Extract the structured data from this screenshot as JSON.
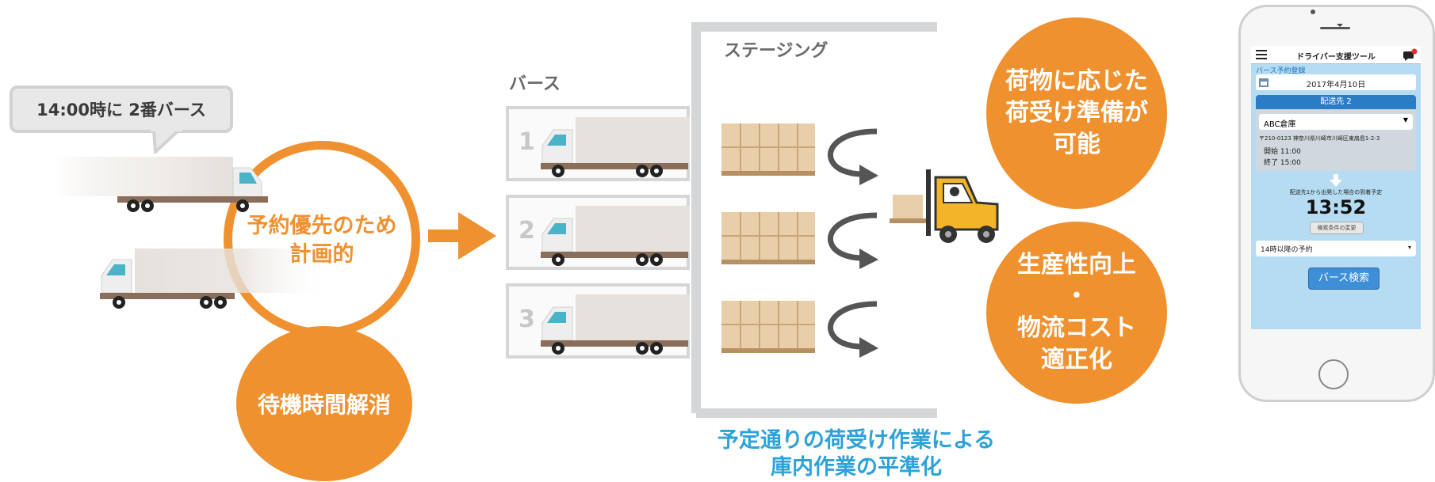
{
  "speech_bubble": {
    "text": "14:00時に 2番バース"
  },
  "planned_circle": {
    "line1": "予約優先のため",
    "line2": "計画的"
  },
  "wait_circle": {
    "text": "待機時間解消"
  },
  "bays": {
    "label": "バース",
    "numbers": [
      "1",
      "2",
      "3"
    ]
  },
  "staging": {
    "label": "ステージング"
  },
  "caption": {
    "line1": "予定通りの荷受け作業による",
    "line2": "庫内作業の平準化"
  },
  "benefit_top": {
    "line1": "荷物に応じた",
    "line2": "荷受け準備が",
    "line3": "可能"
  },
  "benefit_bottom": {
    "line1": "生産性向上",
    "line2": "・",
    "line3": "物流コスト",
    "line4": "適正化"
  },
  "phone": {
    "app_title": "ドライバー支援ツール",
    "section_title": "バース予約登録",
    "date": "2017年4月10日",
    "destination_header": "配送先 2",
    "warehouse_select": "ABC倉庫",
    "address": "〒210-0123 神奈川県川崎市川崎区東扇島1-2-3",
    "start": "開始 11:00",
    "end": "終了 15:00",
    "arrival_label": "配送先1から出発した場合の到着予定",
    "arrival_time": "13:52",
    "change_button": "検索条件の変更",
    "reservation_select": "14時以降の予約",
    "search_button": "バース検索"
  },
  "colors": {
    "orange": "#f0912f",
    "blue_caption": "#2ea2d8",
    "truck_body": "#e6e1dc",
    "truck_chassis": "#8a6e5c"
  }
}
